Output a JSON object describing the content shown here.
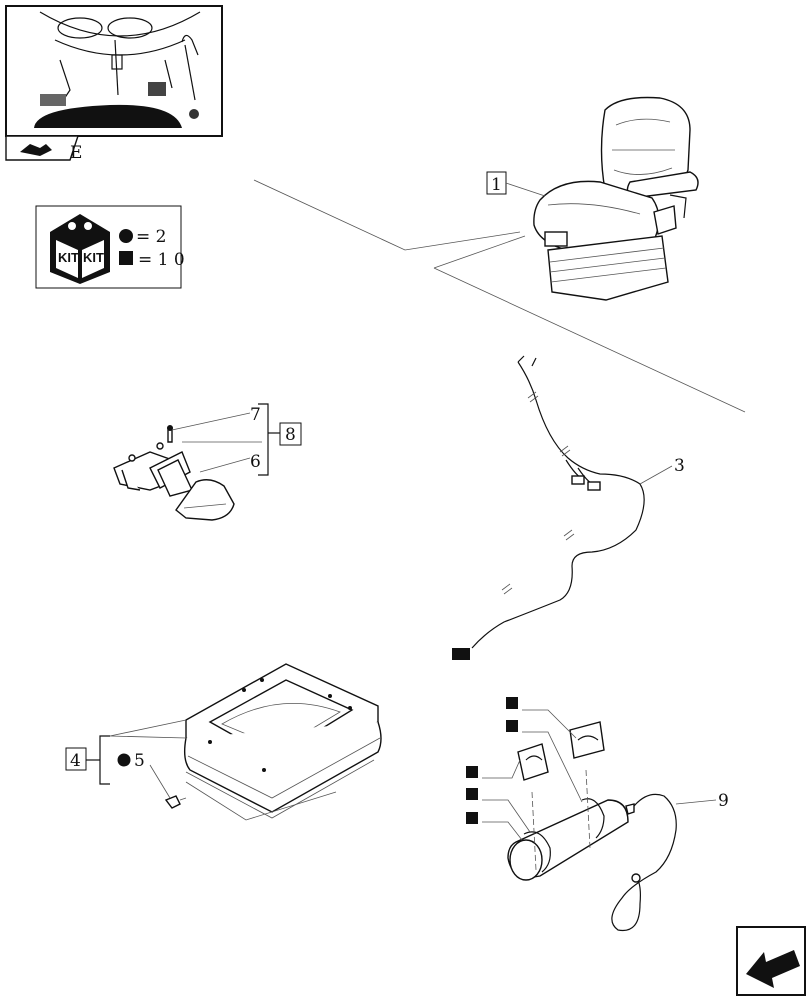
{
  "legend": {
    "kit_labels": [
      "KIT",
      "KIT"
    ],
    "circle_label": "= 2",
    "square_label": "= 1 0"
  },
  "thumbnail": {
    "tab_letter": "E"
  },
  "callouts": {
    "seat": "1",
    "harness": "3",
    "kit_box": "4",
    "plug": "5",
    "pad": "6",
    "screw": "7",
    "pedal_kit": "8",
    "cable": "9"
  },
  "colors": {
    "line": "#111111",
    "background": "#ffffff",
    "legend_fill": "#111111"
  },
  "nav": {
    "next_icon": "arrow-back-icon"
  }
}
